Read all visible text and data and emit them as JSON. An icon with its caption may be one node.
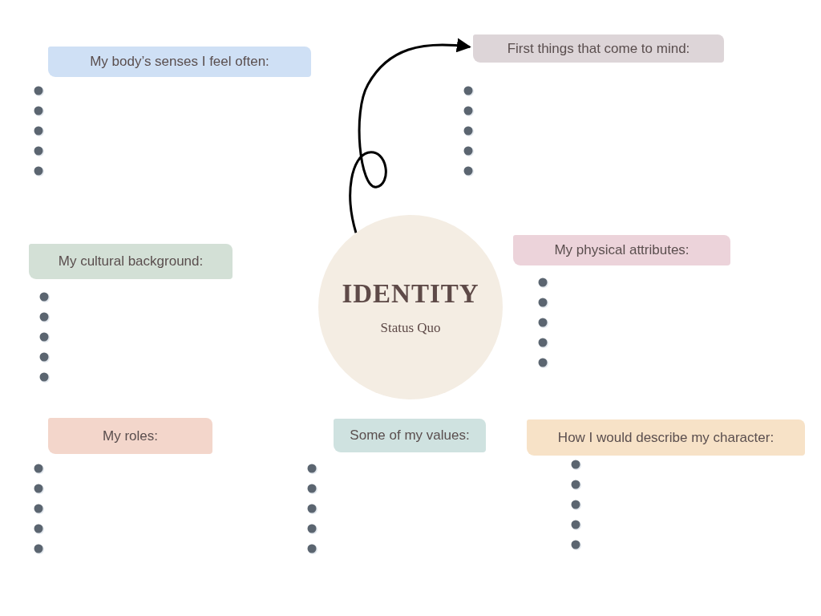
{
  "diagram": {
    "nodes": [
      {
        "text": [
          "My body’s senses I feel often:"
        ]
      },
      {
        "text": [
          "First things that come to mind:"
        ]
      },
      {
        "text": [
          "My cultural background:"
        ]
      },
      {
        "text": [
          "IDENTITY",
          "Status Quo"
        ]
      },
      {
        "text": [
          "My physical attributes:"
        ]
      },
      {
        "text": [
          "My roles:"
        ]
      },
      {
        "text": [
          "Some of my values:"
        ]
      },
      {
        "text": [
          "How I would describe my character:"
        ]
      }
    ],
    "edges": [
      {
        "from": 3,
        "to": 1,
        "arrow": "to"
      }
    ]
  }
}
